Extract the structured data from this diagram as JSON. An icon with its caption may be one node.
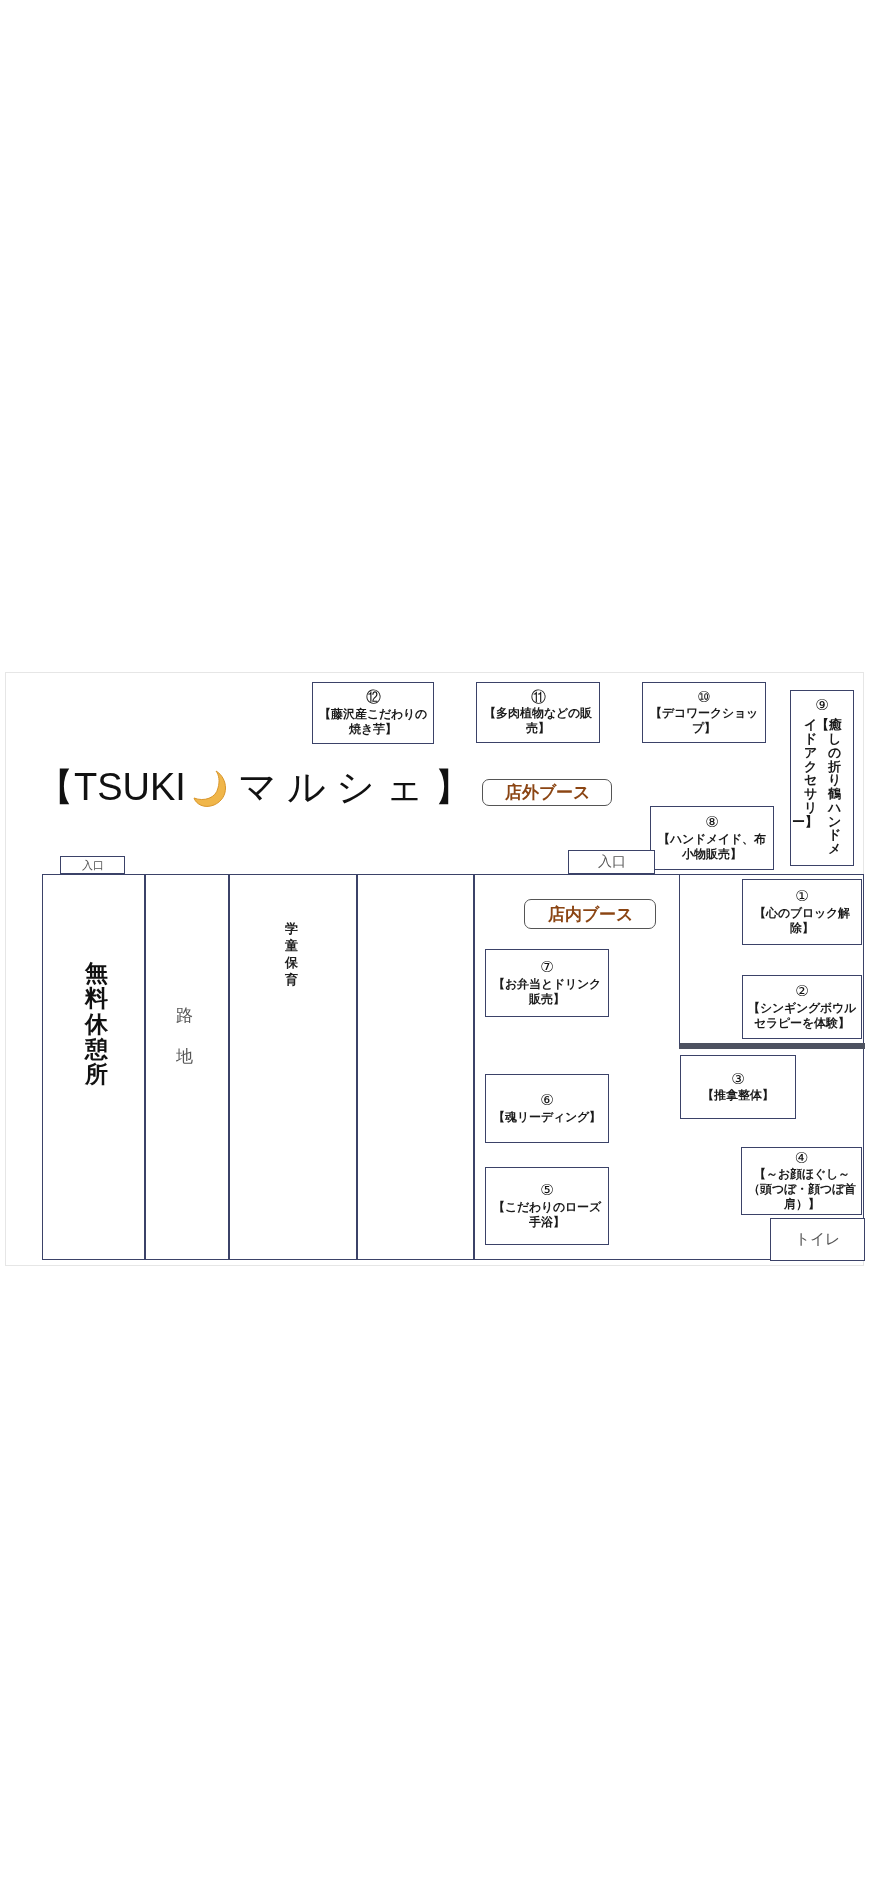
{
  "diagram": {
    "title": "【TSUKI マルシェ】",
    "nodes": [
      {
        "text": [
          "⑫",
          "【藤沢産こだわりの焼き芋】"
        ]
      },
      {
        "text": [
          "⑪",
          "【多肉植物などの販売】"
        ]
      },
      {
        "text": [
          "⑩",
          "【デコワークショップ】"
        ]
      },
      {
        "text": [
          "⑨",
          "【癒しの折り鶴ハンドメイドアクセサリー】"
        ]
      },
      {
        "text": [
          "店外ブース"
        ]
      },
      {
        "text": [
          "⑧",
          "【ハンドメイド、布小物販売】"
        ]
      },
      {
        "text": [
          "入口"
        ]
      },
      {
        "text": [
          "入口"
        ]
      },
      {
        "text": [
          "無料休憩所"
        ]
      },
      {
        "text": [
          "路地"
        ]
      },
      {
        "text": [
          "学童保育"
        ]
      },
      {
        "text": [],
        "shape": "box"
      },
      {
        "text": [],
        "shape": "box"
      },
      {
        "text": [
          "店内ブース"
        ],
        "in": 12
      },
      {
        "text": [],
        "shape": "box",
        "in": 12
      },
      {
        "text": [
          "①",
          "【心のブロック解除】"
        ],
        "in": 14
      },
      {
        "text": [
          "⑦",
          "【お弁当とドリンク販売】"
        ],
        "in": 12
      },
      {
        "text": [
          "②",
          "【シンギングボウルセラピーを体験】"
        ],
        "in": 14
      },
      {
        "text": [
          "③",
          "【推拿整体】"
        ],
        "in": 12
      },
      {
        "text": [
          "⑥",
          "【魂リーディング】"
        ],
        "in": 12
      },
      {
        "text": [
          "④",
          "【～お顔ほぐし～（頭つぼ・顔つぼ首肩）】"
        ],
        "in": 12
      },
      {
        "text": [
          "⑤",
          "【こだわりのローズ手浴】"
        ],
        "in": 12
      },
      {
        "text": [
          "トイレ"
        ],
        "in": 12
      }
    ]
  }
}
